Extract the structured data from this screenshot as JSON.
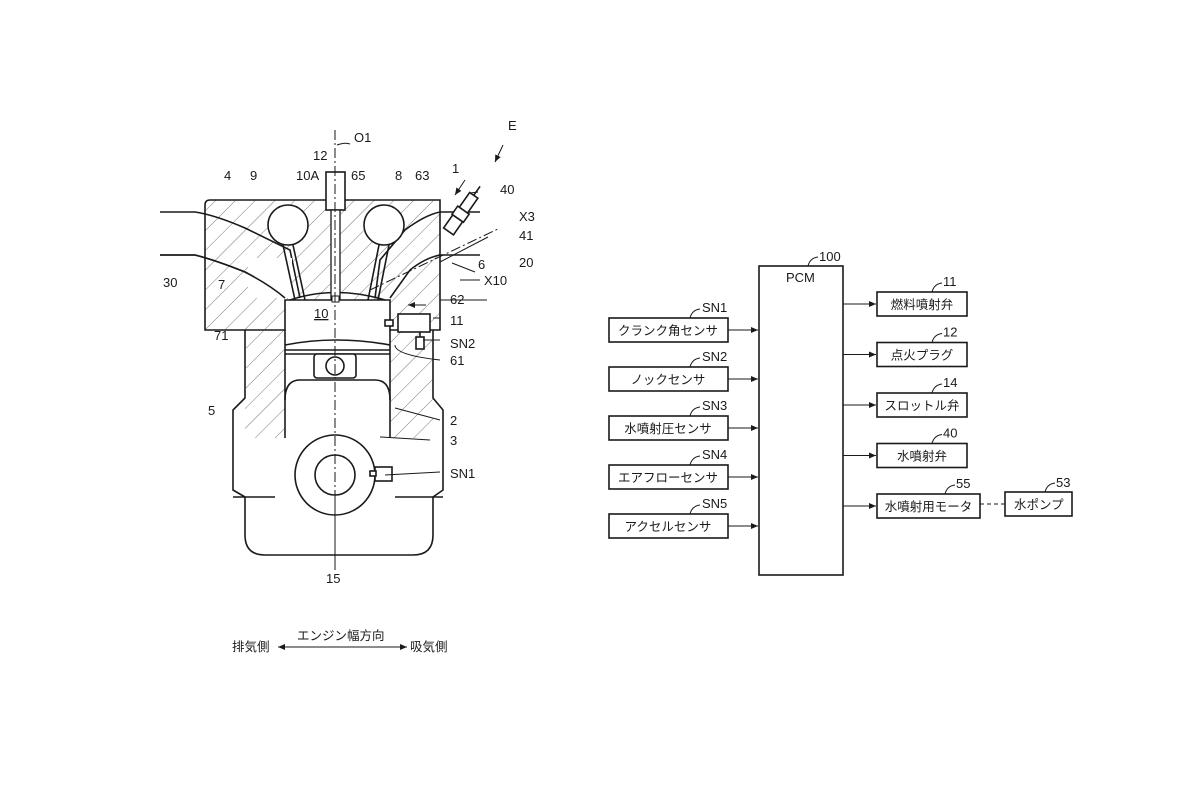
{
  "engine_figure": {
    "labels": {
      "O1": "O1",
      "E": "E",
      "n12": "12",
      "n4": "4",
      "n9": "9",
      "n10A": "10A",
      "n65": "65",
      "n8": "8",
      "n63": "63",
      "n1": "1",
      "n40": "40",
      "X3": "X3",
      "n41": "41",
      "n6": "6",
      "n20": "20",
      "X10": "X10",
      "n30": "30",
      "n7": "7",
      "n62": "62",
      "n71": "71",
      "n10": "10",
      "n11": "11",
      "SN2": "SN2",
      "n61": "61",
      "n5": "5",
      "n2": "2",
      "n3": "3",
      "SN1": "SN1",
      "n15": "15"
    },
    "direction_legend": {
      "title": "エンジン幅方向",
      "left": "排気側",
      "right": "吸気側"
    }
  },
  "block_diagram": {
    "controller": {
      "ref": "100",
      "label": "PCM"
    },
    "inputs": [
      {
        "ref": "SN1",
        "label": "クランク角センサ"
      },
      {
        "ref": "SN2",
        "label": "ノックセンサ"
      },
      {
        "ref": "SN3",
        "label": "水噴射圧センサ"
      },
      {
        "ref": "SN4",
        "label": "エアフローセンサ"
      },
      {
        "ref": "SN5",
        "label": "アクセルセンサ"
      }
    ],
    "outputs": [
      {
        "ref": "11",
        "label": "燃料噴射弁"
      },
      {
        "ref": "12",
        "label": "点火プラグ"
      },
      {
        "ref": "14",
        "label": "スロットル弁"
      },
      {
        "ref": "40",
        "label": "水噴射弁"
      },
      {
        "ref": "55",
        "label": "水噴射用モータ"
      }
    ],
    "pump": {
      "ref": "53",
      "label": "水ポンプ"
    }
  }
}
